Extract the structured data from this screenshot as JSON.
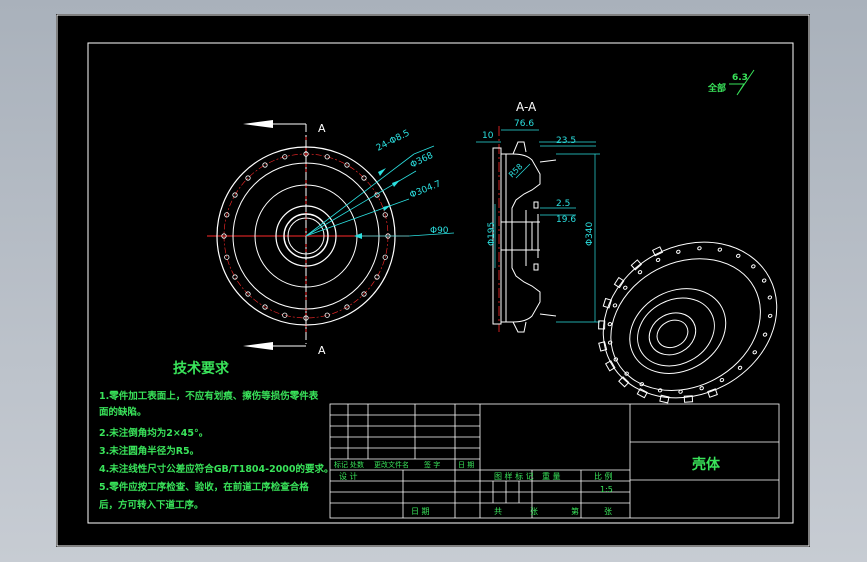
{
  "colors": {
    "background": "#000000",
    "frame": "#ffffff",
    "text_green": "#39e35a",
    "dimension_cyan": "#2be0e0",
    "centerline_red": "#ff2a2a",
    "arrow_white": "#ffffff"
  },
  "roughness": {
    "label": "全部",
    "value": "6.3"
  },
  "front_view": {
    "section_marker_top": "A",
    "section_marker_bottom": "A",
    "dim_holes": "24-Φ8.5",
    "dim_d368": "Φ368",
    "dim_d304": "Φ304.7",
    "dim_d90": "Φ90"
  },
  "section_view": {
    "title": "A-A",
    "dim_76_6": "76.6",
    "dim_10": "10",
    "dim_23_5": "23.5",
    "dim_r58": "R58",
    "dim_2_5": "2.5",
    "dim_19_6": "19.6",
    "dim_d195": "Φ195",
    "dim_d340": "Φ340"
  },
  "tech_requirements": {
    "title": "技术要求",
    "items": [
      "1.零件加工表面上，不应有划痕、擦伤等损伤零件表",
      "   面的缺陷。",
      "2.未注倒角均为2×45°。",
      "3.未注圆角半径为R5。",
      "4.未注线性尺寸公差应符合GB/T1804-2000的要求。",
      "5.零件应按工序检查、验收，在前道工序检查合格",
      "   后，方可转入下道工序。"
    ]
  },
  "title_block": {
    "part_name": "壳体",
    "row_labels": [
      "标记",
      "处数",
      "更改文件名",
      "签 字",
      "日 期"
    ],
    "design_label": "设 计",
    "date_label": "日 期",
    "stage_label": "图 样 标 记",
    "weight_label": "重 量",
    "scale_label": "比 例",
    "scale_value": "1:5",
    "total_label": "共",
    "sheet_unit_1": "张",
    "page_label": "第",
    "sheet_unit_2": "张"
  }
}
